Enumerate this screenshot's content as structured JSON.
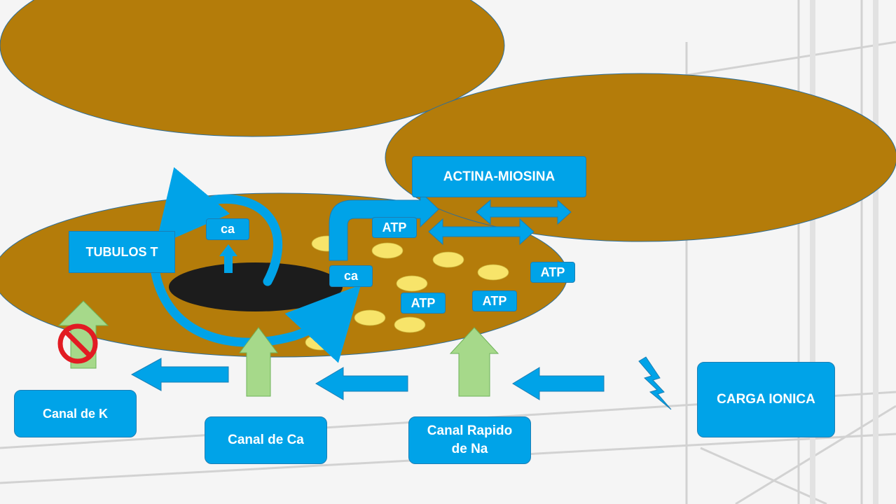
{
  "colors": {
    "cell": "#b47c0a",
    "blue": "#00a3e8",
    "blue_border": "#1b7fb5",
    "granule": "#f7e46a",
    "nucleus": "#1c1c1c",
    "green_arrow": "#a6d98a",
    "no_sign": "#e21b23"
  },
  "labels": {
    "actina_miosina": "ACTINA-MIOSINA",
    "tubulos_t": "TUBULOS T",
    "ca_top": "ca",
    "ca_mid": "ca",
    "atp_1": "ATP",
    "atp_2": "ATP",
    "atp_3": "ATP",
    "atp_4": "ATP",
    "canal_k": "Canal de K",
    "canal_ca": "Canal de Ca",
    "canal_na": "Canal Rapido de Na",
    "carga_ionica": "CARGA IONICA"
  },
  "icons": {
    "no_sign": "prohibited-icon",
    "lightning": "lightning-icon"
  }
}
